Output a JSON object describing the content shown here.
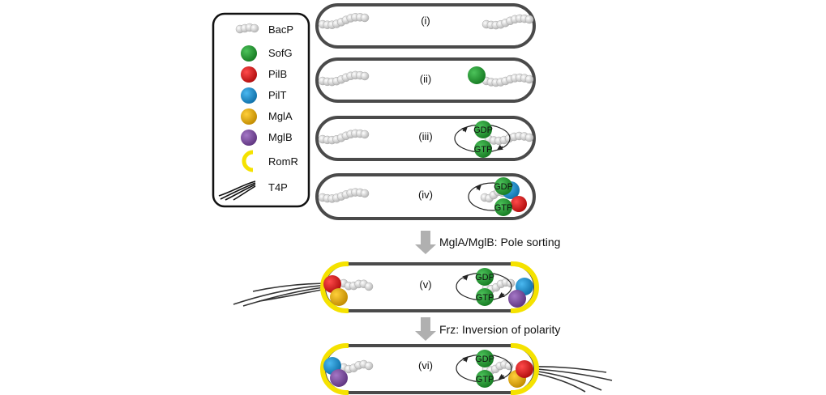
{
  "legend": [
    {
      "key": "bacp",
      "label": "BacP"
    },
    {
      "key": "sofg",
      "label": "SofG",
      "color": "#1f8f2c"
    },
    {
      "key": "pilb",
      "label": "PilB",
      "color": "#d81b1b"
    },
    {
      "key": "pilt",
      "label": "PilT",
      "color": "#1d8fd0"
    },
    {
      "key": "mgla",
      "label": "MglA",
      "color": "#e3a400"
    },
    {
      "key": "mglb",
      "label": "MglB",
      "color": "#7b4ba0"
    },
    {
      "key": "romr",
      "label": "RomR",
      "color": "#f5e200"
    },
    {
      "key": "t4p",
      "label": "T4P"
    }
  ],
  "cells": [
    {
      "label": "(i)"
    },
    {
      "label": "(ii)"
    },
    {
      "label": "(iii)",
      "cycle": {
        "top": "GDP",
        "bottom": "GTP"
      }
    },
    {
      "label": "(iv)",
      "cycle": {
        "top": "GDP",
        "bottom": "GTP"
      }
    },
    {
      "label": "(v)",
      "cycle": {
        "top": "GDP",
        "bottom": "GTP"
      }
    },
    {
      "label": "(vi)",
      "cycle": {
        "top": "GDP",
        "bottom": "GTP"
      }
    }
  ],
  "transitions": [
    {
      "label": "MglA/MglB: Pole sorting"
    },
    {
      "label": "Frz: Inversion of polarity"
    }
  ],
  "colors": {
    "outline": "#4a4a4a",
    "bead": "#d4d4d4",
    "arrow": "#b0b0b0"
  }
}
